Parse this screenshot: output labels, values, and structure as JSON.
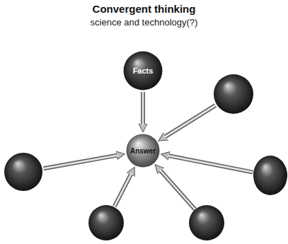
{
  "diagram": {
    "title": "Convergent thinking",
    "nodes": [
      {
        "text": [
          "Facts"
        ]
      },
      {
        "text": [
          "Answer"
        ]
      }
    ],
    "edges": [
      {
        "from": 0,
        "to": 1,
        "arrow": "to"
      }
    ],
    "labels": [
      "science and technology(?)"
    ]
  }
}
